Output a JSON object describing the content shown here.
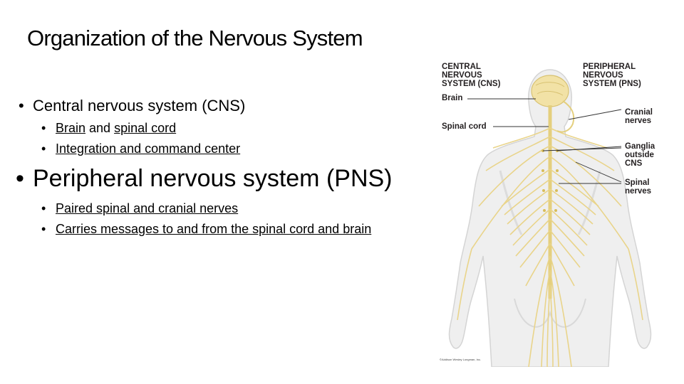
{
  "slide": {
    "title": "Organization of the Nervous System",
    "bullets": {
      "cns": "Central nervous system (CNS)",
      "cns_sub1_a": "Brain",
      "cns_sub1_b": " and ",
      "cns_sub1_c": "spinal cord",
      "cns_sub2": "Integration and command center",
      "pns": "Peripheral nervous system (PNS)",
      "pns_sub1": "Paired spinal and cranial nerves",
      "pns_sub2": "Carries messages to and from the spinal cord and brain"
    }
  },
  "figure": {
    "labels": {
      "cns_heading": "CENTRAL\nNERVOUS\nSYSTEM (CNS)",
      "pns_heading": "PERIPHERAL\nNERVOUS\nSYSTEM (PNS)",
      "brain": "Brain",
      "spinal_cord": "Spinal cord",
      "cranial_nerves": "Cranial\nnerves",
      "ganglia": "Ganglia\noutside\nCNS",
      "spinal_nerves": "Spinal\nnerves"
    },
    "copyright": "©Addison Wesley Longman, Inc.",
    "colors": {
      "nerve": "#e9d48a",
      "body": "#ededed",
      "leader": "#333333"
    }
  }
}
